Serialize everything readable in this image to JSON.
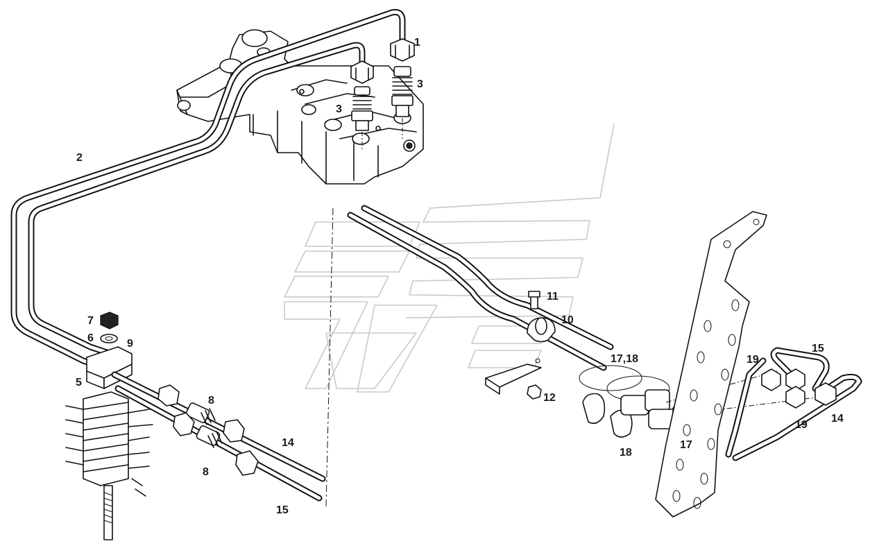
{
  "diagram": {
    "callouts": [
      {
        "id": "c1",
        "text": "1"
      },
      {
        "id": "c2",
        "text": "2"
      },
      {
        "id": "c3a",
        "text": "3"
      },
      {
        "id": "c3b",
        "text": "3"
      },
      {
        "id": "c5",
        "text": "5"
      },
      {
        "id": "c6",
        "text": "6"
      },
      {
        "id": "c7",
        "text": "7"
      },
      {
        "id": "c8a",
        "text": "8"
      },
      {
        "id": "c8b",
        "text": "8"
      },
      {
        "id": "c9",
        "text": "9"
      },
      {
        "id": "c10",
        "text": "10"
      },
      {
        "id": "c11",
        "text": "11"
      },
      {
        "id": "c12",
        "text": "12"
      },
      {
        "id": "c14a",
        "text": "14"
      },
      {
        "id": "c14b",
        "text": "14"
      },
      {
        "id": "c15a",
        "text": "15"
      },
      {
        "id": "c15b",
        "text": "15"
      },
      {
        "id": "c17a",
        "text": "17,18"
      },
      {
        "id": "c17b",
        "text": "17"
      },
      {
        "id": "c18",
        "text": "18"
      },
      {
        "id": "c19a",
        "text": "19"
      },
      {
        "id": "c19b",
        "text": "19"
      }
    ]
  },
  "colors": {
    "line": "#111111",
    "watermark": "#c9c9c9",
    "background": "#ffffff"
  }
}
